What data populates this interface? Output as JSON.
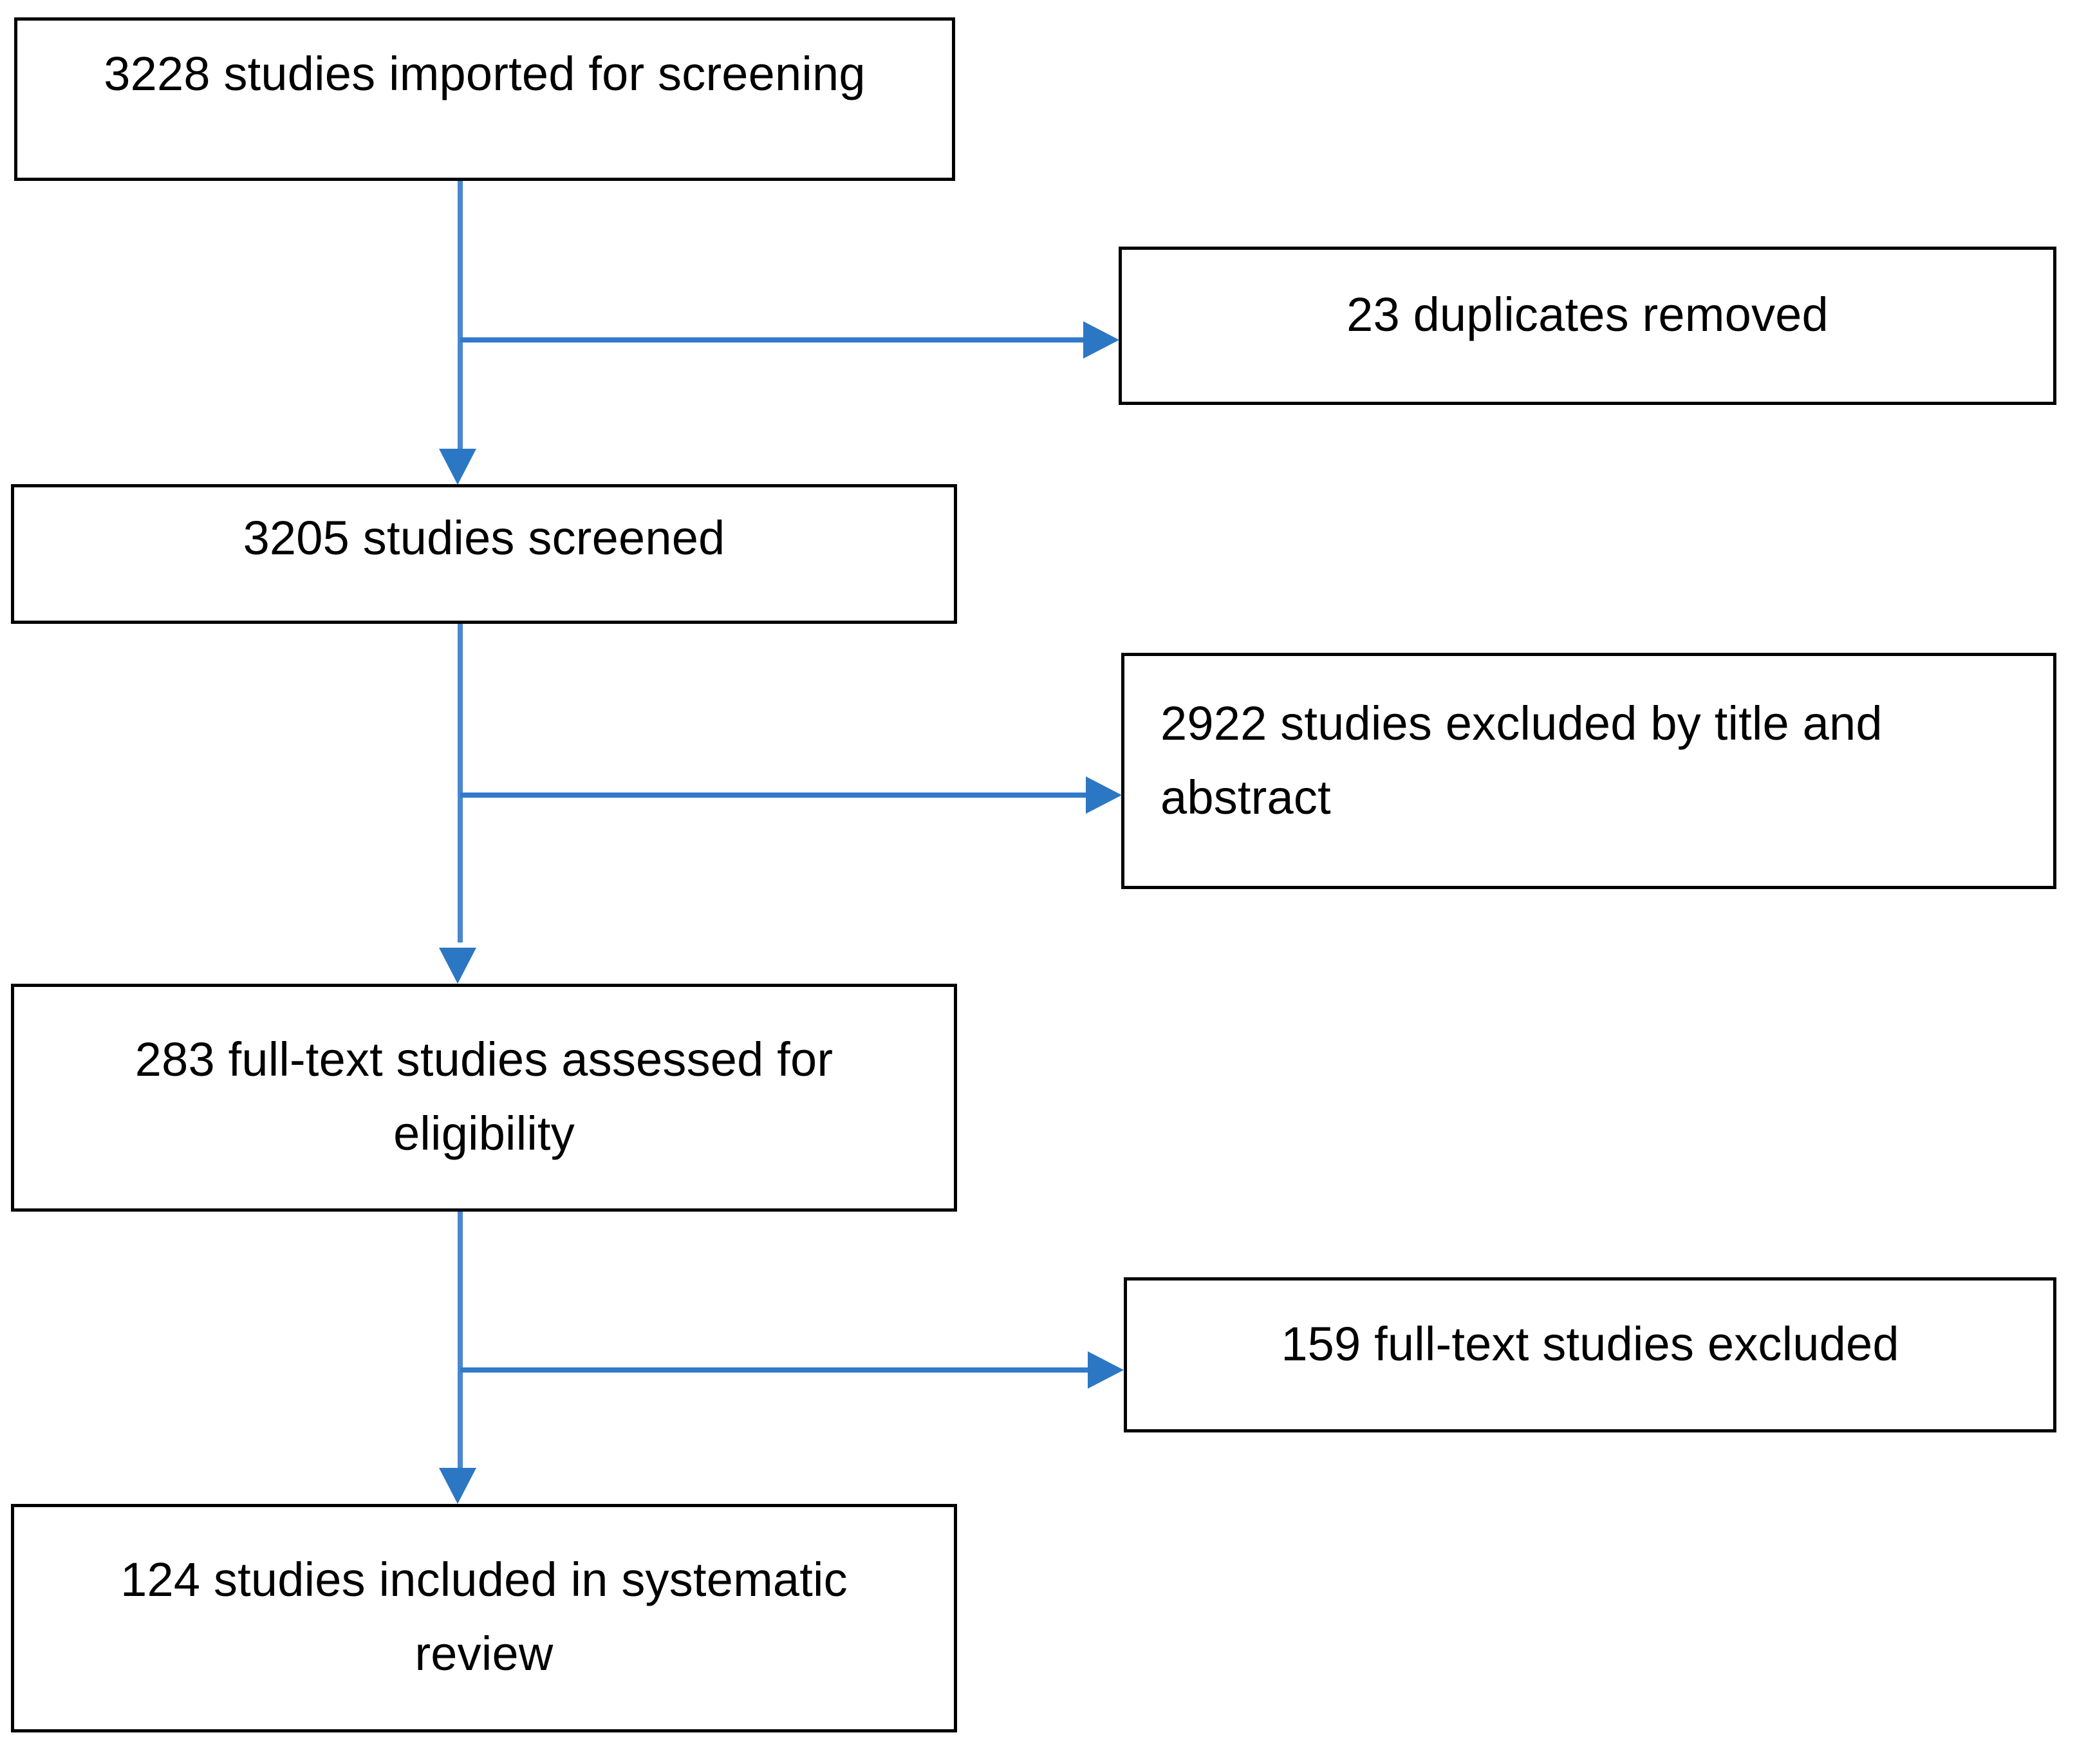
{
  "diagram": {
    "type": "prisma-flow-diagram",
    "title": "",
    "accent_color": "#2c77c4",
    "box_border_color": "#000000",
    "background_color": "#ffffff",
    "stages": [
      {
        "id": "imported",
        "label": "3228 studies imported for screening",
        "count": 3228,
        "align": "center",
        "column": "main"
      },
      {
        "id": "duplicates",
        "label": "23 duplicates removed",
        "count": 23,
        "align": "center",
        "column": "side"
      },
      {
        "id": "screened",
        "label": "3205 studies screened",
        "count": 3205,
        "align": "center",
        "column": "main"
      },
      {
        "id": "excluded_title_abstract",
        "label": "2922 studies excluded by title and abstract",
        "count": 2922,
        "align": "left",
        "column": "side"
      },
      {
        "id": "fulltext_assessed",
        "label": "283 full-text studies assessed for eligibility",
        "count": 283,
        "align": "center",
        "column": "main"
      },
      {
        "id": "excluded_fulltext",
        "label": "159 full-text studies excluded",
        "count": 159,
        "align": "center",
        "column": "side"
      },
      {
        "id": "included",
        "label": "124 studies included in systematic review",
        "count": 124,
        "align": "center",
        "column": "main"
      }
    ],
    "connectors": [
      {
        "id": "imported-to-screened",
        "kind": "arrow-down",
        "from": "imported",
        "to": "screened"
      },
      {
        "id": "imported-to-duplicates",
        "kind": "arrow-right",
        "from": "imported",
        "to": "duplicates"
      },
      {
        "id": "screened-to-fulltext",
        "kind": "arrow-down",
        "from": "screened",
        "to": "fulltext_assessed"
      },
      {
        "id": "screened-to-excluded",
        "kind": "arrow-right",
        "from": "screened",
        "to": "excluded_title_abstract"
      },
      {
        "id": "fulltext-to-included",
        "kind": "arrow-down",
        "from": "fulltext_assessed",
        "to": "included"
      },
      {
        "id": "fulltext-to-excluded",
        "kind": "arrow-right",
        "from": "fulltext_assessed",
        "to": "excluded_fulltext"
      }
    ]
  }
}
